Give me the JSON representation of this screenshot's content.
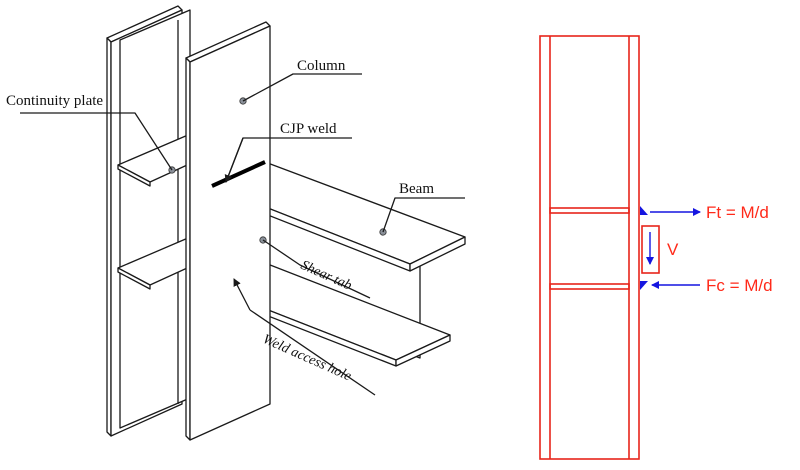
{
  "left_diagram": {
    "labels": {
      "column": "Column",
      "continuity_plate": "Continuity plate",
      "cjp_weld": "CJP weld",
      "beam": "Beam",
      "shear_tab": "Shear tab",
      "weld_access_hole": "Weld access hole"
    }
  },
  "right_diagram": {
    "forces": {
      "tension": "Ft = M/d",
      "shear": "V",
      "compression": "Fc = M/d"
    },
    "colors": {
      "outline": "#e8251b",
      "arrows": "#1515e0",
      "weld": "#1515e0",
      "text": "#ff2a1a"
    }
  }
}
